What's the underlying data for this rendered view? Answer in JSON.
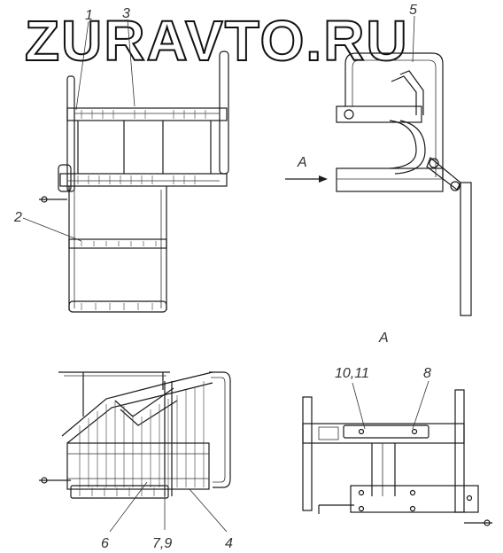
{
  "watermark": "ZURAVTO.RU",
  "labels": {
    "l1": "1",
    "l2": "2",
    "l3": "3",
    "l4": "4",
    "l5": "5",
    "l6": "6",
    "l79": "7,9",
    "l8": "8",
    "l1011": "10,11",
    "viewA_arrow": "A",
    "viewA_title": "A"
  }
}
